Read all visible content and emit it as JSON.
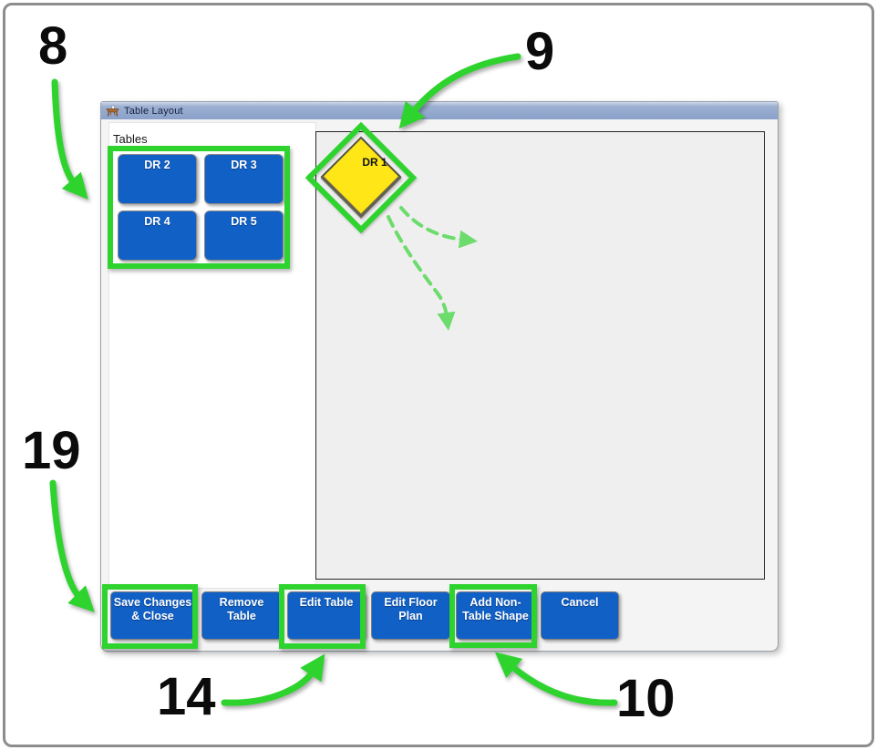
{
  "window": {
    "title": "Table Layout",
    "icon": "table-icon"
  },
  "tables_panel": {
    "label": "Tables",
    "items": [
      "DR 2",
      "DR 3",
      "DR 4",
      "DR 5"
    ]
  },
  "floor_plan": {
    "table_label": "DR 1",
    "table_shape": "diamond",
    "table_color": "#ffe616"
  },
  "footer": {
    "buttons": [
      {
        "label": "Save Changes & Close"
      },
      {
        "label": "Remove Table"
      },
      {
        "label": "Edit Table"
      },
      {
        "label": "Edit Floor Plan"
      },
      {
        "label": "Add Non-Table Shape"
      },
      {
        "label": "Cancel"
      }
    ]
  },
  "annotations": {
    "tables_list": "8",
    "dr1_table": "9",
    "save_button": "19",
    "edit_table_button": "14",
    "add_shape_button": "10"
  },
  "colors": {
    "button_blue": "#1160c6",
    "highlight_green": "#2ed32e",
    "drag_arrow_green": "#6cdc6c",
    "table_yellow": "#ffe616",
    "titlebar_blue": "#8aa0c9"
  }
}
